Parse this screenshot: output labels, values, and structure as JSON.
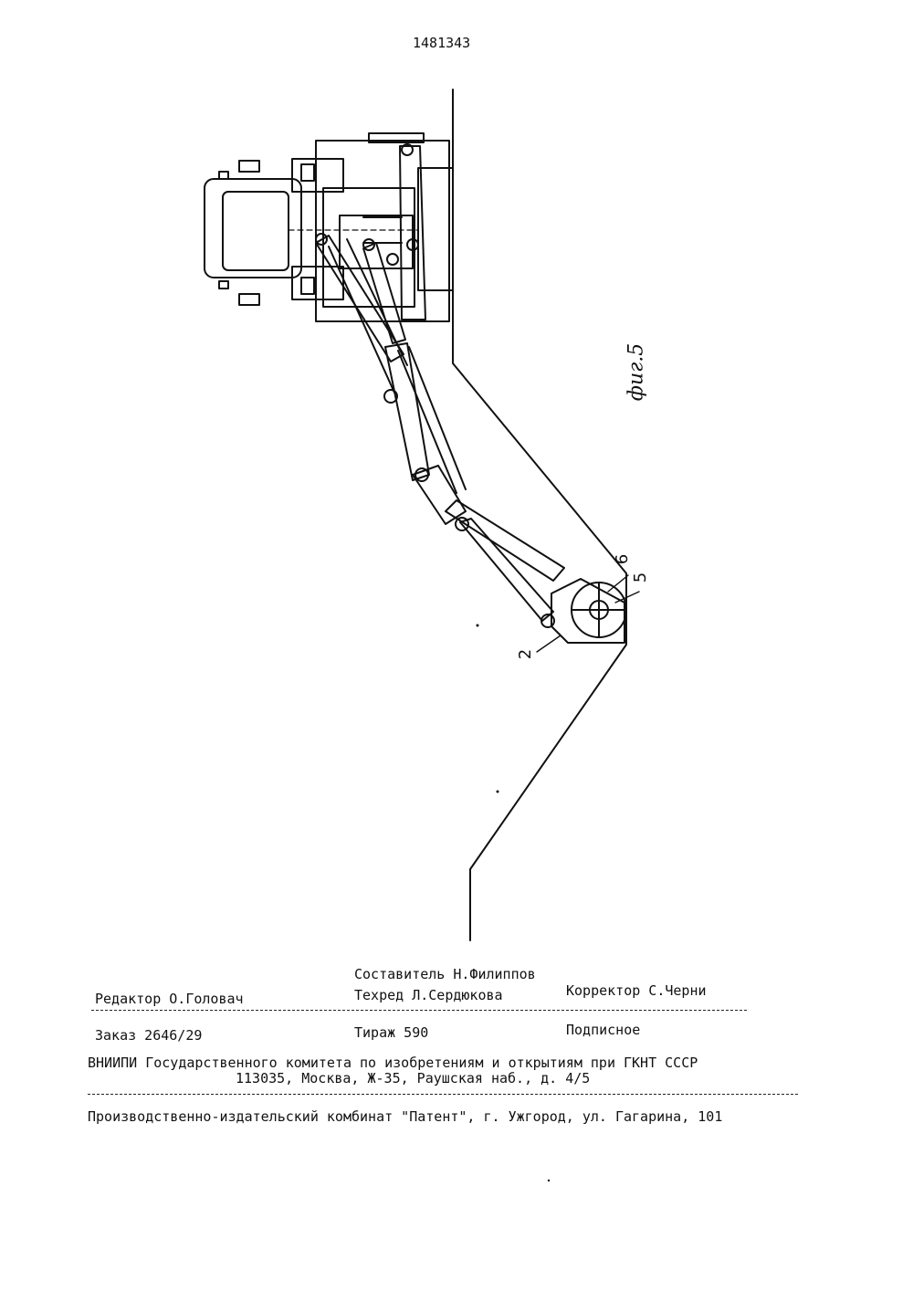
{
  "header": {
    "patent_number": "1481343"
  },
  "figure": {
    "label": "фиг.5",
    "refs": [
      "6",
      "5",
      "2"
    ]
  },
  "colophon": {
    "compiler": "Составитель Н.Филиппов",
    "editor": "Редактор О.Головач",
    "techred": "Техред Л.Сердюкова",
    "corrector": "Корректор С.Черни",
    "order": "Заказ 2646/29",
    "circulation": "Тираж 590",
    "subscription": "Подписное",
    "org_line1": "ВНИИПИ Государственного комитета по изобретениям и открытиям при ГКНТ СССР",
    "org_line2": "113035, Москва, Ж-35, Раушская наб., д. 4/5",
    "printer": "Производственно-издательский комбинат \"Патент\", г. Ужгород, ул. Гагарина, 101"
  }
}
